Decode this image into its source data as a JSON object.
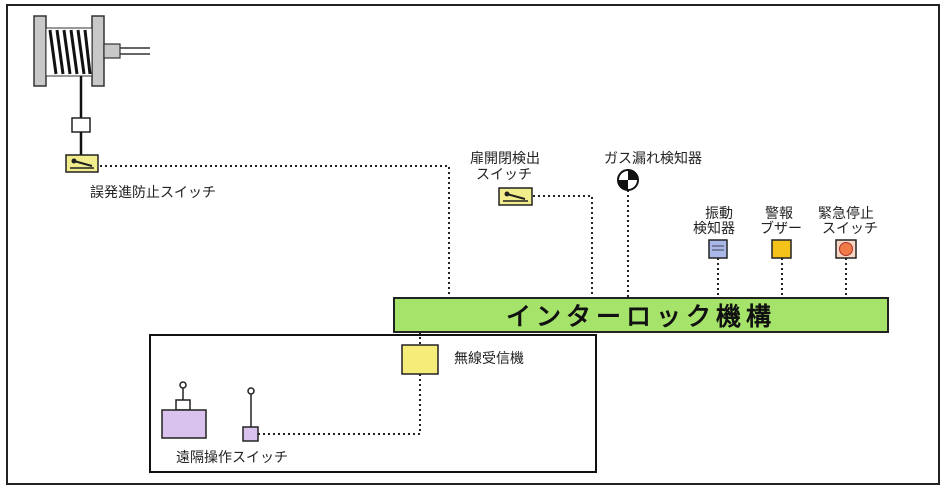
{
  "labels": {
    "misfire_switch": "誤発進防止スイッチ",
    "door_switch_line1": "扉開閉検出",
    "door_switch_line2": "スイッチ",
    "gas_detector": "ガス漏れ検知器",
    "vibration_line1": "振動",
    "vibration_line2": "検知器",
    "buzzer_line1": "警報",
    "buzzer_line2": "ブザー",
    "estop_line1": "緊急停止",
    "estop_line2": "スイッチ",
    "interlock": "インターロック機構",
    "receiver": "無線受信機",
    "remote_switch": "遠隔操作スイッチ"
  },
  "colors": {
    "interlock_fill": "#a6e36b",
    "switch_fill": "#f2ed8c",
    "receiver_fill": "#f5ec7a",
    "vibration_fill": "#a9b8e8",
    "buzzer_fill": "#f5c21a",
    "estop_fill": "#f07a45",
    "transmitter_fill": "#d9c2ee",
    "winch_gray": "#c8c8c8"
  }
}
